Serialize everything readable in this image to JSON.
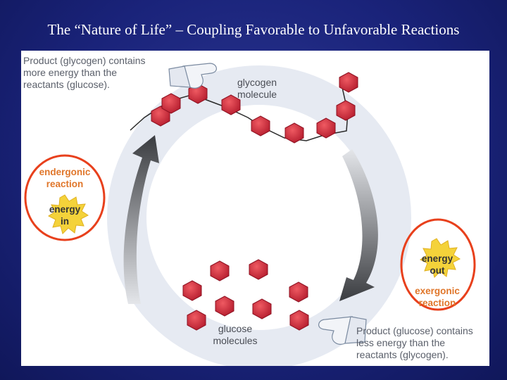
{
  "slide": {
    "title": "The “Nature of Life” – Coupling Favorable to Unfavorable Reactions"
  },
  "diagram": {
    "top_note": "Product (glycogen) contains\nmore energy than the\nreactants (glucose).",
    "bottom_note": "Product (glucose) contains\nless energy than the\nreactants (glycogen).",
    "glycogen_label": "glycogen\nmolecule",
    "glucose_label": "glucose\nmolecules",
    "endergonic_label": "endergonic\nreaction",
    "energy_in_label": "energy\nin",
    "energy_out_label": "energy\nout",
    "exergonic_label": "exergonic\nreaction"
  },
  "colors": {
    "background": "#1a237a",
    "molecule": "#d42a3c",
    "ring": "#e6eaf2",
    "highlight_circle": "#e8401c",
    "reaction_text": "#e0762a",
    "burst": "#f4d23a"
  }
}
